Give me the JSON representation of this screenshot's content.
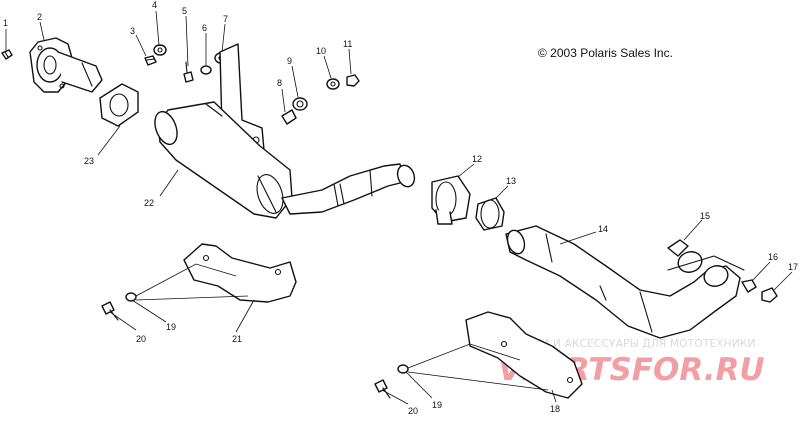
{
  "copyright": "© 2003 Polaris Sales Inc.",
  "watermark": {
    "line1": "ЗАПЧАСТИ И АКСЕССУАРЫ ДЛЯ МОТОТЕХНИКИ",
    "line2": "VPARTSFOR.RU"
  },
  "callouts": {
    "c1": "1",
    "c2": "2",
    "c3": "3",
    "c4": "4",
    "c5": "5",
    "c6": "6",
    "c7": "7",
    "c8": "8",
    "c9": "9",
    "c10": "10",
    "c11": "11",
    "c12": "12",
    "c13": "13",
    "c14": "14",
    "c15": "15",
    "c16": "16",
    "c17": "17",
    "c18": "18",
    "c19a": "19",
    "c19b": "19",
    "c20a": "20",
    "c20b": "20",
    "c21": "21",
    "c22": "22",
    "c23": "23"
  }
}
